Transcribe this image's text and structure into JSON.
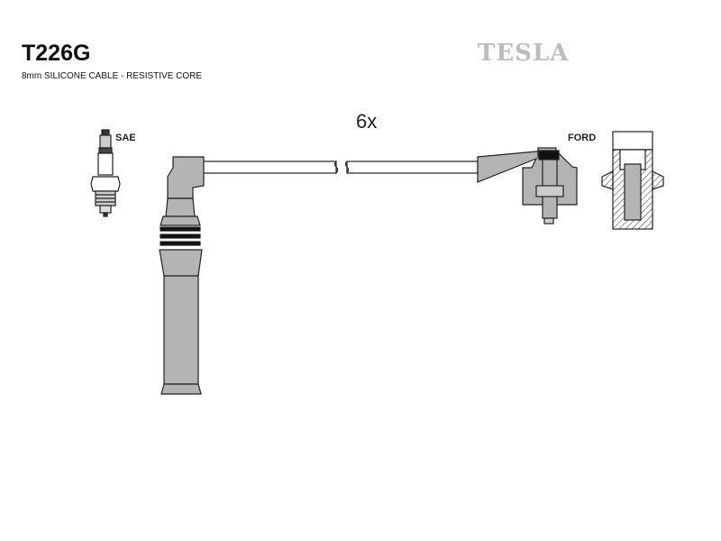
{
  "product": {
    "code": "T226G",
    "description": "8mm SILICONE CABLE - RESISTIVE CORE",
    "brand": "TESLA"
  },
  "diagram": {
    "quantity_label": "6x",
    "plug_label": "SAE",
    "coil_label": "FORD"
  },
  "colors": {
    "part_fill": "#b4b4b4",
    "outline": "#222222",
    "brand": "#bdbdbd"
  }
}
